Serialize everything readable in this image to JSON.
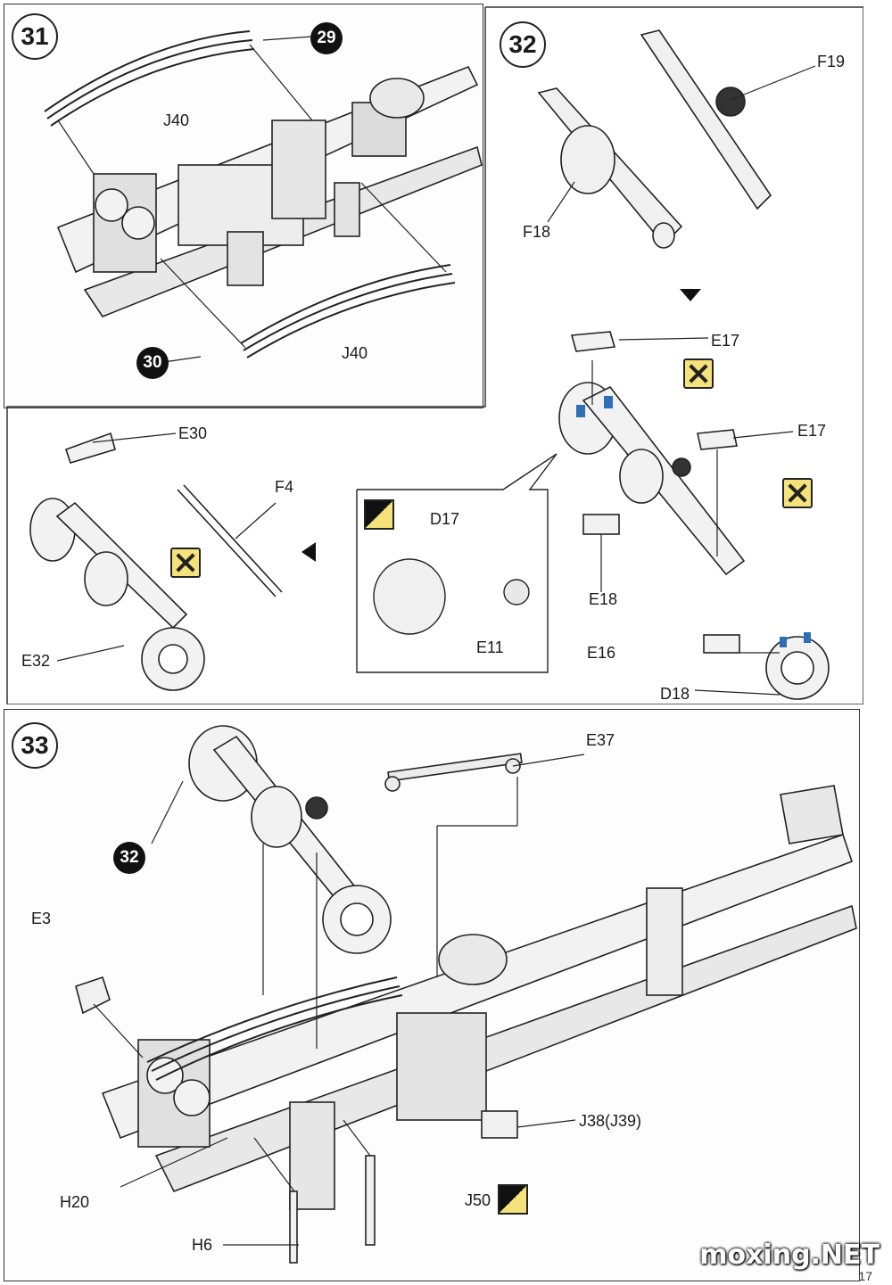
{
  "steps": {
    "s31": {
      "number": "31",
      "refs": {
        "top": "29",
        "bottom": "30"
      },
      "labels": {
        "j40_top": "J40",
        "j40_bottom": "J40"
      }
    },
    "s32": {
      "number": "32",
      "labels": {
        "f19": "F19",
        "f18": "F18",
        "e17_a": "E17",
        "e17_b": "E17",
        "e18": "E18",
        "e16": "E16",
        "d18": "D18",
        "d17": "D17",
        "e11": "E11",
        "e30": "E30",
        "f4": "F4",
        "e32": "E32"
      }
    },
    "s33": {
      "number": "33",
      "ref": "32",
      "labels": {
        "e37": "E37",
        "e3": "E3",
        "j38": "J38(J39)",
        "h20": "H20",
        "j50": "J50",
        "h6": "H6"
      }
    }
  },
  "footer": {
    "watermark": "moxing.NET",
    "page": "17"
  },
  "icons": {
    "cement": "cement-icon",
    "no_cement": "no-cement-icon",
    "arrow": "direction-arrow-icon"
  },
  "colors": {
    "accent_yellow": "#f5e27a",
    "marker_blue": "#2f6fb8"
  }
}
